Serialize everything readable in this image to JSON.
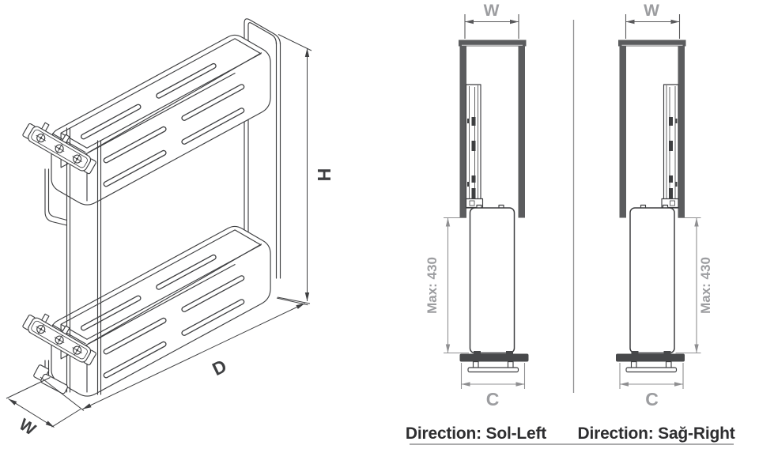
{
  "isometric_view": {
    "width_label": "W",
    "depth_label": "D",
    "height_label": "H"
  },
  "front_views": {
    "sol_left": {
      "width_label": "W",
      "max_height_label": "Max: 430",
      "bottom_width_label": "C",
      "caption": "Direction: Sol-Left"
    },
    "sag_right": {
      "width_label": "W",
      "max_height_label": "Max: 430",
      "bottom_width_label": "C",
      "caption": "Direction: Sağ-Right"
    }
  },
  "colors": {
    "background": "#ffffff",
    "line": "#3e3f41",
    "cabinet_wall": "#5b5c5e",
    "plinth_bar": "#47484a",
    "dim_dark": "#59595b",
    "dim_gray_line": "#8f8f91",
    "dim_gray_label": "#9c9da0",
    "caption_text": "#2e2e30"
  }
}
